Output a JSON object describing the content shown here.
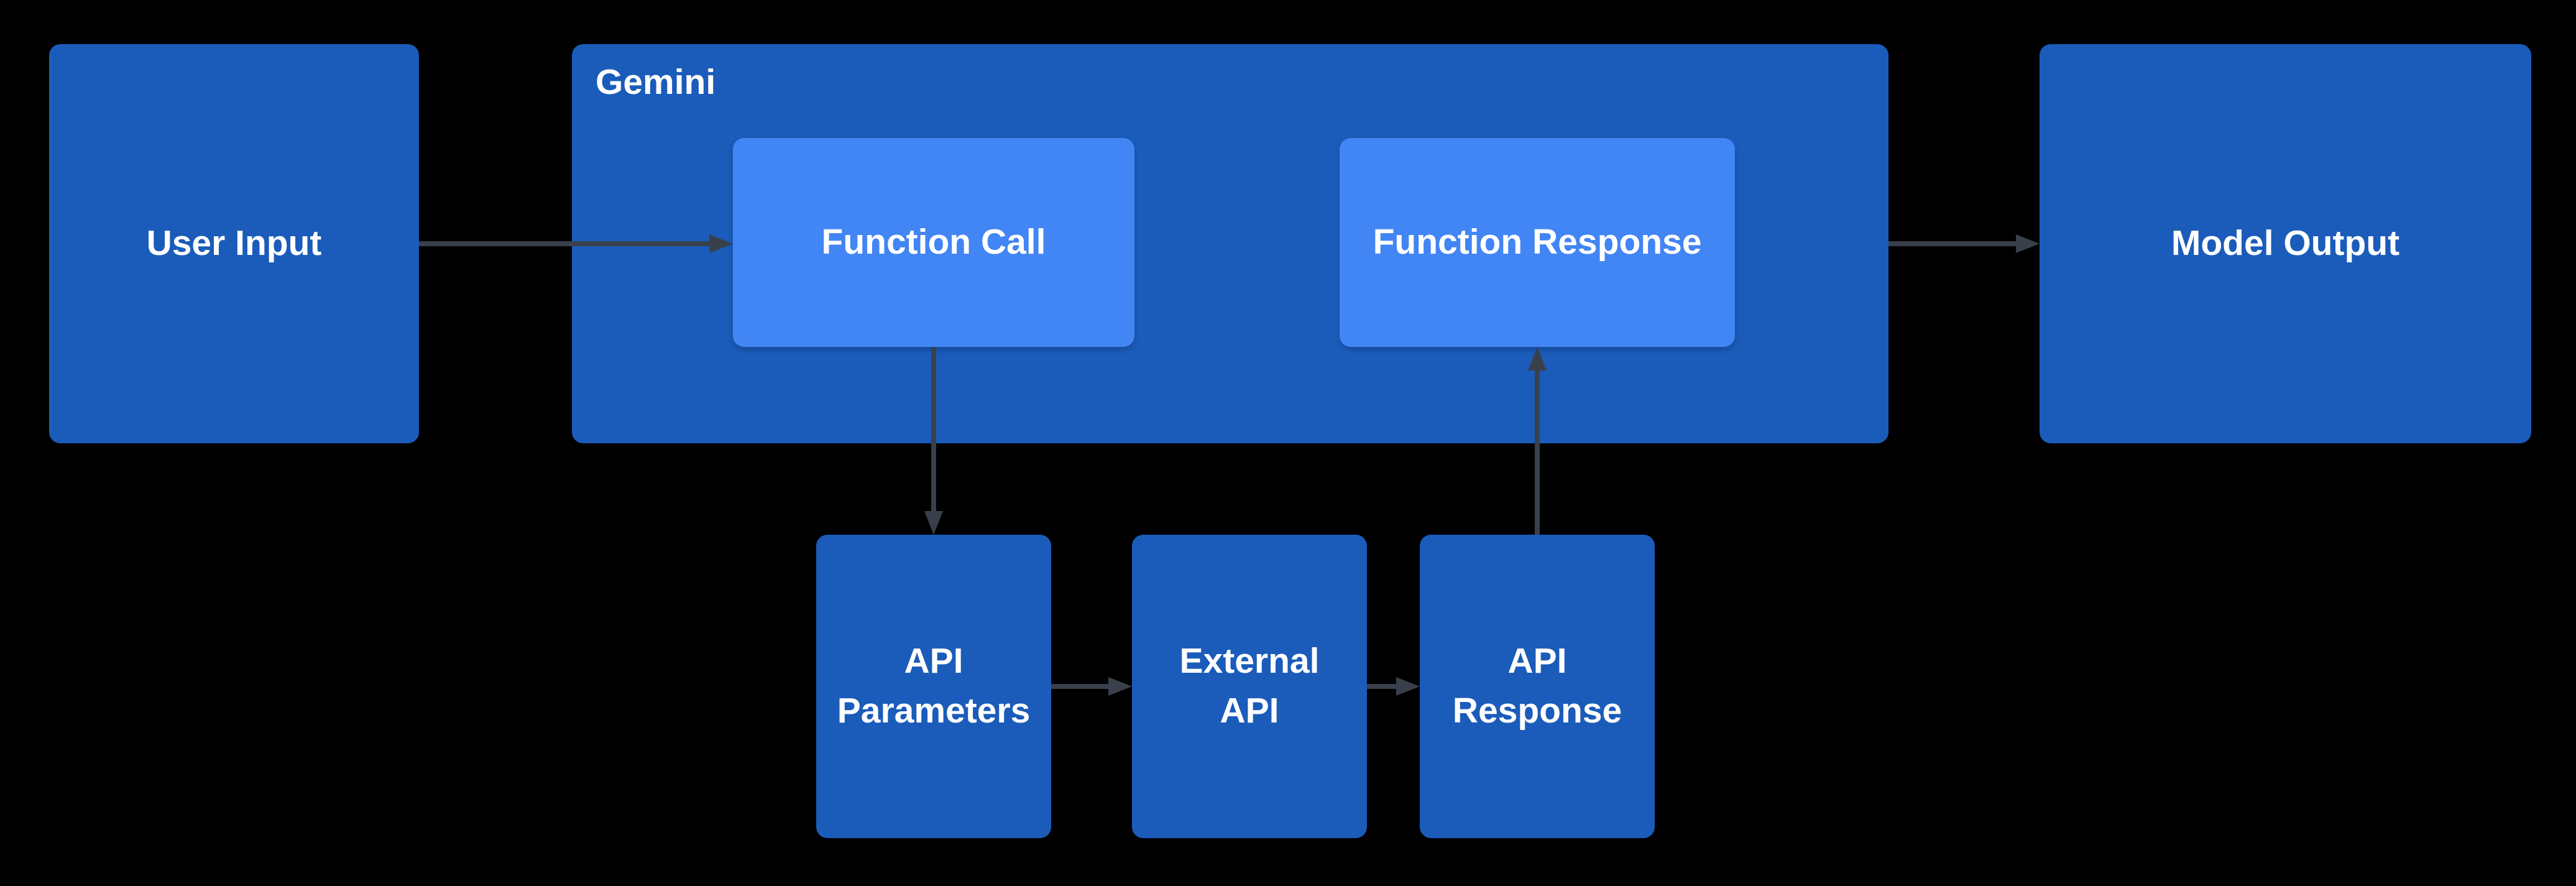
{
  "colors": {
    "background": "#000000",
    "node_blue": "#1b5cba",
    "inner_blue": "#4285f4",
    "arrow_gray": "#3a404b",
    "label_white": "#ffffff"
  },
  "nodes": {
    "user_input": {
      "label": "User Input"
    },
    "gemini_container": {
      "label": "Gemini"
    },
    "function_call": {
      "label": "Function Call"
    },
    "function_response": {
      "label": "Function Response"
    },
    "model_output": {
      "label": "Model Output"
    },
    "api_parameters": {
      "label": "API Parameters"
    },
    "external_api": {
      "label": "External API"
    },
    "api_response": {
      "label": "API Response"
    }
  },
  "edges": [
    {
      "name": "user-input-to-function-call",
      "from": "user_input",
      "to": "function_call",
      "direction": "right"
    },
    {
      "name": "function-call-to-api-parameters",
      "from": "function_call",
      "to": "api_parameters",
      "direction": "down"
    },
    {
      "name": "api-parameters-to-external-api",
      "from": "api_parameters",
      "to": "external_api",
      "direction": "right"
    },
    {
      "name": "external-api-to-api-response",
      "from": "external_api",
      "to": "api_response",
      "direction": "right"
    },
    {
      "name": "api-response-to-function-response",
      "from": "api_response",
      "to": "function_response",
      "direction": "up"
    },
    {
      "name": "gemini-to-model-output",
      "from": "gemini_container",
      "to": "model_output",
      "direction": "right"
    }
  ]
}
